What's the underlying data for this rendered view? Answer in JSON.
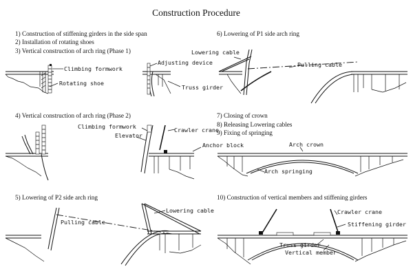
{
  "title": "Construction Procedure",
  "panels": {
    "p1": {
      "steps": [
        "1) Construction of stiffening girders in the side span",
        "2) Installation of rotating shoes",
        "3) Vertical construction of arch ring (Phase 1)"
      ],
      "labels": {
        "climbing_formwork": "Climbing formwork",
        "rotating_shoe": "Rotating shoe",
        "adjusting_device": "Adjusting device",
        "truss_girder": "Truss girder"
      }
    },
    "p2": {
      "steps": [
        "6) Lowering of P1 side arch ring"
      ],
      "labels": {
        "lowering_cable": "Lowering cable",
        "pulling_cable": "Pulling cable"
      }
    },
    "p3": {
      "steps": [
        "4) Vertical construction of arch ring (Phase 2)"
      ],
      "labels": {
        "climbing_formwork": "Climbing formwork",
        "crawler_crane": "Crawler crane",
        "elevator": "Elevator",
        "anchor_block": "Anchor block"
      }
    },
    "p4": {
      "steps": [
        "7) Closing of crown",
        "8) Releasing Lowering cables",
        "9) Fixing of springing"
      ],
      "labels": {
        "arch_crown": "Arch crown",
        "arch_springing": "Arch springing"
      }
    },
    "p5": {
      "steps": [
        "5) Lowering of P2 side arch ring"
      ],
      "labels": {
        "pulling_cable": "Pulling cable",
        "lowering_cable": "Lowering cable"
      }
    },
    "p6": {
      "steps": [
        "10) Construction of vertical members and stiffening girders"
      ],
      "labels": {
        "crawler_crane": "Crawler crane",
        "stiffening_girder": "Stiffening girder",
        "truss_girder": "Truss girder",
        "vertical_member": "Vertical member"
      }
    }
  }
}
